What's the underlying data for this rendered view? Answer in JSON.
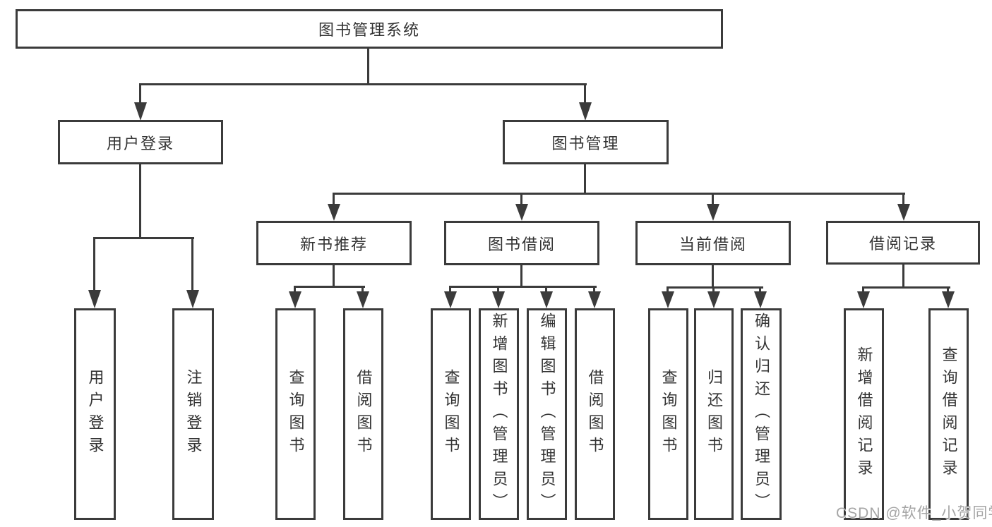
{
  "type": "hierarchy-diagram",
  "watermark": "CSDN @软件_小贺同学",
  "colors": {
    "line": "#3b3b3b",
    "text": "#333333",
    "background": "#ffffff",
    "watermark": "#a5a5a5"
  },
  "tree": {
    "label": "图书管理系统",
    "children": [
      {
        "label": "用户登录",
        "children": [
          {
            "label": "用户登录"
          },
          {
            "label": "注销登录"
          }
        ]
      },
      {
        "label": "图书管理",
        "children": [
          {
            "label": "新书推荐",
            "children": [
              {
                "label": "查询图书"
              },
              {
                "label": "借阅图书"
              }
            ]
          },
          {
            "label": "图书借阅",
            "children": [
              {
                "label": "查询图书"
              },
              {
                "label": "新增图书（管理员）"
              },
              {
                "label": "编辑图书（管理员）"
              },
              {
                "label": "借阅图书"
              }
            ]
          },
          {
            "label": "当前借阅",
            "children": [
              {
                "label": "查询图书"
              },
              {
                "label": "归还图书"
              },
              {
                "label": "确认归还（管理员）"
              }
            ]
          },
          {
            "label": "借阅记录",
            "children": [
              {
                "label": "新增借阅记录"
              },
              {
                "label": "查询借阅记录"
              }
            ]
          }
        ]
      }
    ]
  }
}
